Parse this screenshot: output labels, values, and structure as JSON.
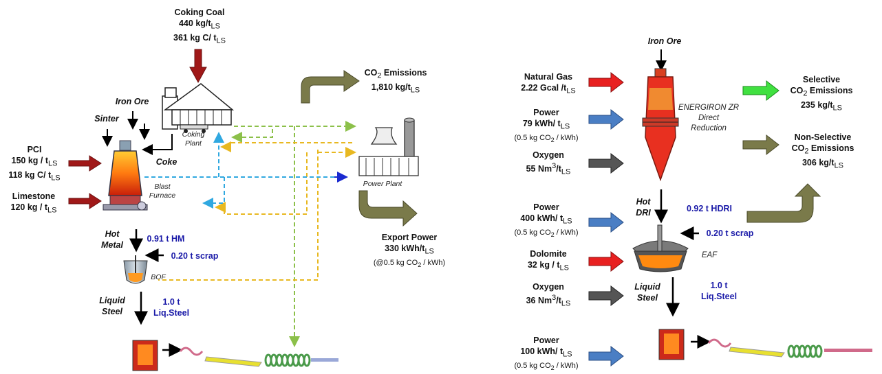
{
  "left": {
    "coking_coal": {
      "title": "Coking Coal",
      "line1": "440 kg/t",
      "line2": "361 kg C/ t",
      "sub": "LS"
    },
    "iron_ore": "Iron Ore",
    "sinter": "Sinter",
    "coke": "Coke",
    "pci": {
      "title": "PCI",
      "line1": "150 kg / t",
      "line2": "118 kg C/ t",
      "sub": "LS"
    },
    "limestone": {
      "title": "Limestone",
      "line1": "120 kg / t",
      "sub": "LS"
    },
    "blast_furnace": "Blast Furnace",
    "coking_plant": "Coking Plant",
    "power_plant": "Power Plant",
    "co2": {
      "title_pre": "CO",
      "title_sub": "2",
      "title_post": " Emissions",
      "value": "1,810 kg/t",
      "sub": "LS"
    },
    "export_power": {
      "title": "Export Power",
      "value": "330 kWh/t",
      "sub": "LS",
      "note_pre": "(@0.5 kg CO",
      "note_sub": "2",
      "note_post": " / kWh)"
    },
    "hot_metal": "Hot Metal",
    "hm_amount": "0.91 t HM",
    "scrap": "0.20 t scrap",
    "bof": "BOF",
    "liquid_steel": "Liquid Steel",
    "liq_amount_1": "1.0 t",
    "liq_amount_2": "Liq.Steel"
  },
  "right": {
    "iron_ore": "Iron Ore",
    "natural_gas": {
      "title": "Natural Gas",
      "value": "2.22  Gcal /t",
      "sub": "LS"
    },
    "power1": {
      "title": "Power",
      "value": "79 kWh/ t",
      "sub": "LS",
      "note_pre": "(0.5 kg CO",
      "note_sub": "2",
      "note_post": " / kWh)"
    },
    "oxygen1": {
      "title": "Oxygen",
      "value_pre": "55 Nm",
      "sup": "3",
      "value_post": "/t",
      "sub": "LS"
    },
    "energiron": {
      "line1": "ENERGIRON ZR",
      "line2": "Direct",
      "line3": "Reduction"
    },
    "selective": {
      "title": "Selective",
      "line2_pre": "CO",
      "line2_sub": "2",
      "line2_post": " Emissions",
      "value": "235 kg/t",
      "sub": "LS"
    },
    "non_selective": {
      "title": "Non-Selective",
      "line2_pre": "CO",
      "line2_sub": "2",
      "line2_post": " Emissions",
      "value": "306 kg/t",
      "sub": "LS"
    },
    "hot_dri": "Hot DRI",
    "hdri_amount": "0.92 t HDRI",
    "power2": {
      "title": "Power",
      "value": "400 kWh/ t",
      "sub": "LS",
      "note_pre": "(0.5 kg CO",
      "note_sub": "2",
      "note_post": " / kWh)"
    },
    "scrap": "0.20 t scrap",
    "dolomite": {
      "title": "Dolomite",
      "value": "32 kg / t",
      "sub": "LS"
    },
    "eaf": "EAF",
    "oxygen2": {
      "title": "Oxygen",
      "value_pre": "36 Nm",
      "sup": "3",
      "value_post": "/t",
      "sub": "LS"
    },
    "liquid_steel": "Liquid Steel",
    "liq_amount_1": "1.0 t",
    "liq_amount_2": "Liq.Steel",
    "power3": {
      "title": "Power",
      "value": "100 kWh/ t",
      "sub": "LS",
      "note_pre": "(0.5 kg CO",
      "note_sub": "2",
      "note_post": " / kWh)"
    }
  },
  "colors": {
    "red_arrow": "#a01818",
    "bright_red_arrow": "#e82020",
    "blue_arrow": "#4a7ec4",
    "gray_arrow": "#555555",
    "olive_arrow": "#7a7a4a",
    "green_arrow": "#40e040",
    "dash_green": "#8cc04a",
    "dash_yellow": "#e8b820",
    "dash_cyan": "#30a8e0",
    "dash_blue": "#1a2ad0",
    "label_blue": "#1a1aa8"
  }
}
